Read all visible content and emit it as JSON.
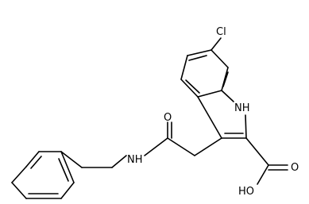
{
  "structure": {
    "atoms": {
      "chlorine": "Cl",
      "indole_nh": "NH",
      "carbonyl_oxygen_amide": "O",
      "amide_nh": "NH",
      "carbonyl_oxygen_acid": "O",
      "hydroxyl": "HO"
    }
  }
}
